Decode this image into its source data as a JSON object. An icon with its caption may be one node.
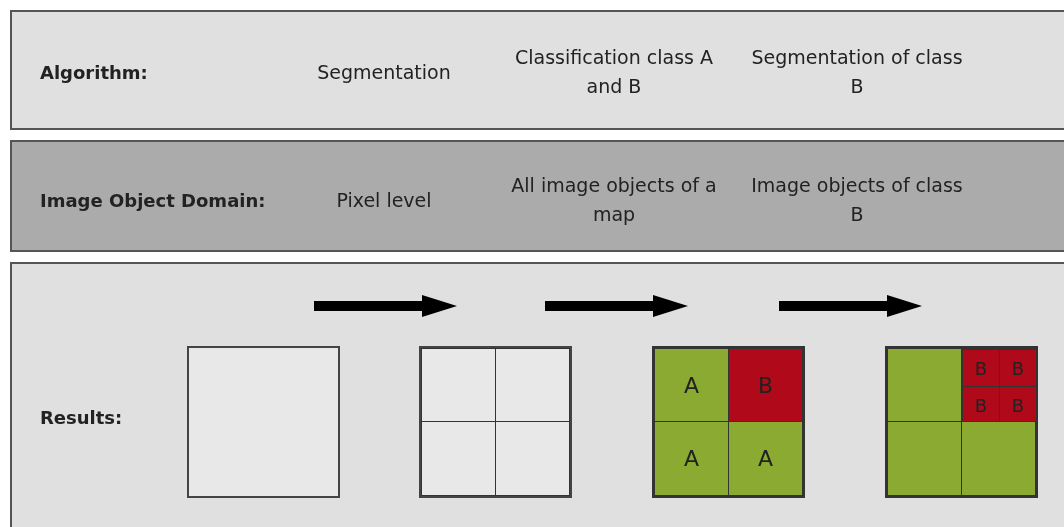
{
  "diagram": {
    "nodes": [
      {
        "text": [
          "Algorithm:",
          "Segmentation",
          "Classification class A and B",
          "Segmentation of class B"
        ]
      },
      {
        "text": [
          "Image Object Domain:",
          "Pixel level",
          "All image objects of a map",
          "Image objects of class B"
        ]
      },
      {
        "text": [
          "Results:"
        ]
      },
      {
        "text": [],
        "shape": "box",
        "in": 2
      },
      {
        "text": [],
        "shape": "box",
        "in": 2
      },
      {
        "text": [],
        "shape": "box",
        "in": 4
      },
      {
        "text": [],
        "shape": "box",
        "in": 4
      },
      {
        "text": [],
        "shape": "box",
        "in": 4
      },
      {
        "text": [],
        "shape": "box",
        "in": 4
      },
      {
        "text": [],
        "shape": "box",
        "in": 2
      },
      {
        "text": [
          "A"
        ],
        "in": 9
      },
      {
        "text": [
          "B"
        ],
        "in": 9
      },
      {
        "text": [
          "A"
        ],
        "in": 9
      },
      {
        "text": [
          "A"
        ],
        "in": 9
      },
      {
        "text": [],
        "shape": "box",
        "in": 2
      },
      {
        "text": [],
        "shape": "box",
        "in": 14
      },
      {
        "text": [],
        "shape": "box",
        "in": 14
      },
      {
        "text": [
          "B"
        ],
        "in": 16
      },
      {
        "text": [
          "B"
        ],
        "in": 16
      },
      {
        "text": [
          "B"
        ],
        "in": 16
      },
      {
        "text": [
          "B"
        ],
        "in": 16
      },
      {
        "text": [],
        "shape": "box",
        "in": 14
      },
      {
        "text": [],
        "shape": "box",
        "in": 14
      }
    ],
    "edges": []
  }
}
